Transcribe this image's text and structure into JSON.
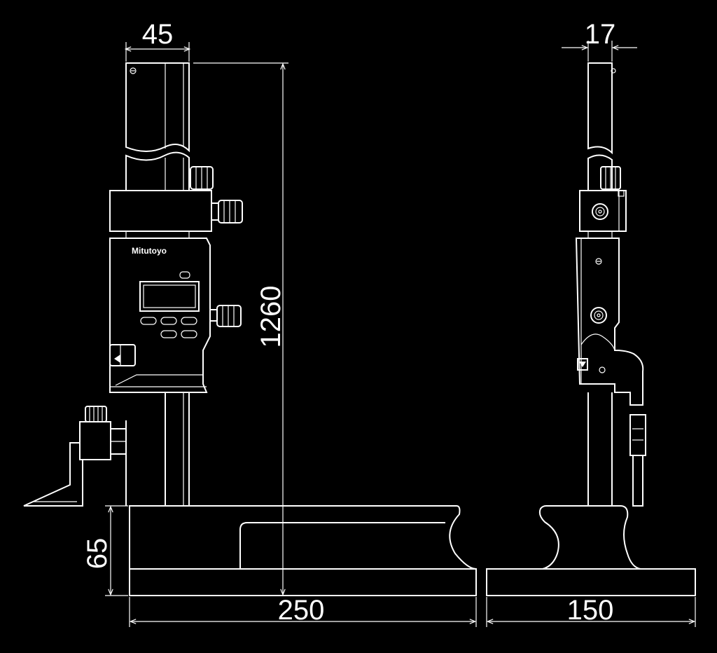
{
  "colors": {
    "background": "#000000",
    "lines": "#ffffff"
  },
  "brand": "Mitutoyo",
  "dimensions": {
    "column_width": "45",
    "side_column_width": "17",
    "height": "1260",
    "base_height": "65",
    "base_length": "250",
    "base_depth": "150"
  }
}
